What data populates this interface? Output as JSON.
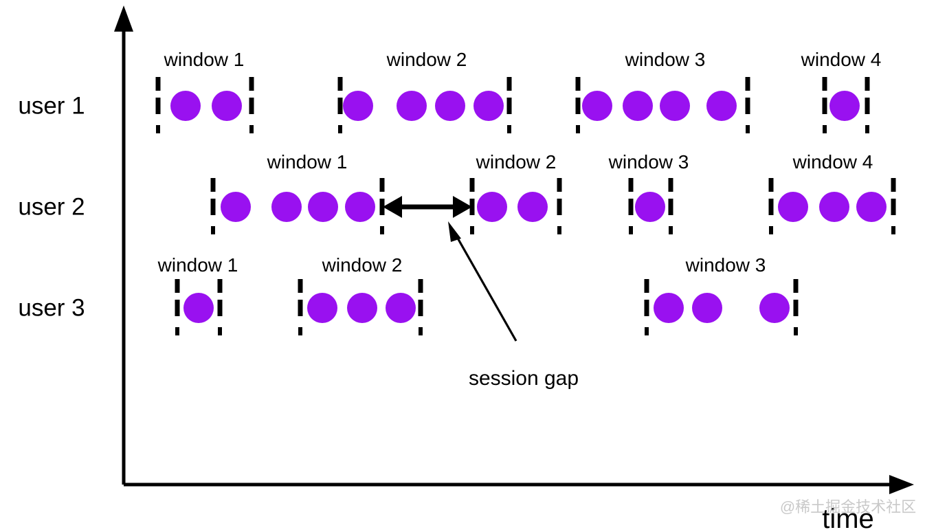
{
  "diagram": {
    "title": "session windows per user over time",
    "colors": {
      "dot": "#9911f0",
      "line": "#000000",
      "background": "#ffffff",
      "watermark": "#c9c9c9"
    },
    "axes": {
      "y_axis_name": "vertical-axis-arrow",
      "x_axis_name": "horizontal-axis-arrow",
      "x_label": "time",
      "y_label": ""
    },
    "annotations": {
      "session_gap_label": "session gap",
      "watermark": "@稀土掘金技术社区"
    },
    "rows": [
      {
        "user_label": "user 1",
        "windows": [
          {
            "label": "window 1",
            "event_count": 2
          },
          {
            "label": "window 2",
            "event_count": 4
          },
          {
            "label": "window 3",
            "event_count": 4
          },
          {
            "label": "window 4",
            "event_count": 1
          }
        ]
      },
      {
        "user_label": "user 2",
        "windows": [
          {
            "label": "window 1",
            "event_count": 4
          },
          {
            "label": "window 2",
            "event_count": 2
          },
          {
            "label": "window 3",
            "event_count": 1
          },
          {
            "label": "window 4",
            "event_count": 3
          }
        ]
      },
      {
        "user_label": "user 3",
        "windows": [
          {
            "label": "window 1",
            "event_count": 1
          },
          {
            "label": "window 2",
            "event_count": 3
          },
          {
            "label": "window 3",
            "event_count": 3
          }
        ]
      }
    ]
  },
  "chart_data": {
    "type": "scatter",
    "title": "session windows per user over time",
    "xlabel": "time",
    "ylabel": "",
    "xlim": [
      180,
      1320
    ],
    "ylim": [
      0,
      3
    ],
    "grid": false,
    "legend": null,
    "series": [
      {
        "name": "user 1",
        "row_y": 154,
        "windows": [
          {
            "label": "window 1",
            "label_x": 297,
            "label_y": 87,
            "start": 230,
            "end": 366,
            "dots_x": [
              270,
              330
            ]
          },
          {
            "label": "window 2",
            "label_x": 621,
            "label_y": 87,
            "start": 495,
            "end": 741,
            "dots_x": [
              521,
              599,
              655,
              711
            ]
          },
          {
            "label": "window 3",
            "label_x": 968,
            "label_y": 87,
            "start": 841,
            "end": 1088,
            "dots_x": [
              869,
              928,
              982,
              1050
            ]
          },
          {
            "label": "window 4",
            "label_x": 1224,
            "label_y": 87,
            "start": 1200,
            "end": 1262,
            "dots_x": [
              1229
            ]
          }
        ]
      },
      {
        "name": "user 2",
        "row_y": 301,
        "windows": [
          {
            "label": "window 1",
            "label_x": 447,
            "label_y": 236,
            "start": 310,
            "end": 556,
            "dots_x": [
              343,
              417,
              470,
              524
            ]
          },
          {
            "label": "window 2",
            "label_x": 751,
            "label_y": 236,
            "start": 687,
            "end": 814,
            "dots_x": [
              716,
              775
            ]
          },
          {
            "label": "window 3",
            "label_x": 944,
            "label_y": 236,
            "start": 918,
            "end": 976,
            "dots_x": [
              946
            ]
          },
          {
            "label": "window 4",
            "label_x": 1212,
            "label_y": 236,
            "start": 1122,
            "end": 1300,
            "dots_x": [
              1154,
              1214,
              1268
            ]
          }
        ]
      },
      {
        "name": "user 3",
        "row_y": 448,
        "windows": [
          {
            "label": "window 1",
            "label_x": 288,
            "label_y": 386,
            "start": 258,
            "end": 320,
            "dots_x": [
              289
            ]
          },
          {
            "label": "window 2",
            "label_x": 527,
            "label_y": 386,
            "start": 437,
            "end": 612,
            "dots_x": [
              469,
              527,
              583
            ]
          },
          {
            "label": "window 3",
            "label_x": 1056,
            "label_y": 386,
            "start": 941,
            "end": 1158,
            "dots_x": [
              973,
              1029,
              1127
            ]
          }
        ]
      }
    ],
    "annotations": [
      {
        "text": "session gap",
        "x": 762,
        "y": 551,
        "kind": "gap-callout",
        "from_x": 753,
        "from_y": 493,
        "to_x": 654,
        "to_y": 330
      },
      {
        "text": "",
        "x": 621,
        "y": 301,
        "kind": "double-arrow",
        "start_x": 559,
        "end_x": 684
      }
    ],
    "user_labels": [
      {
        "text": "user 1",
        "x": 75,
        "y": 154
      },
      {
        "text": "user 2",
        "x": 75,
        "y": 301
      },
      {
        "text": "user 3",
        "x": 75,
        "y": 448
      }
    ]
  }
}
